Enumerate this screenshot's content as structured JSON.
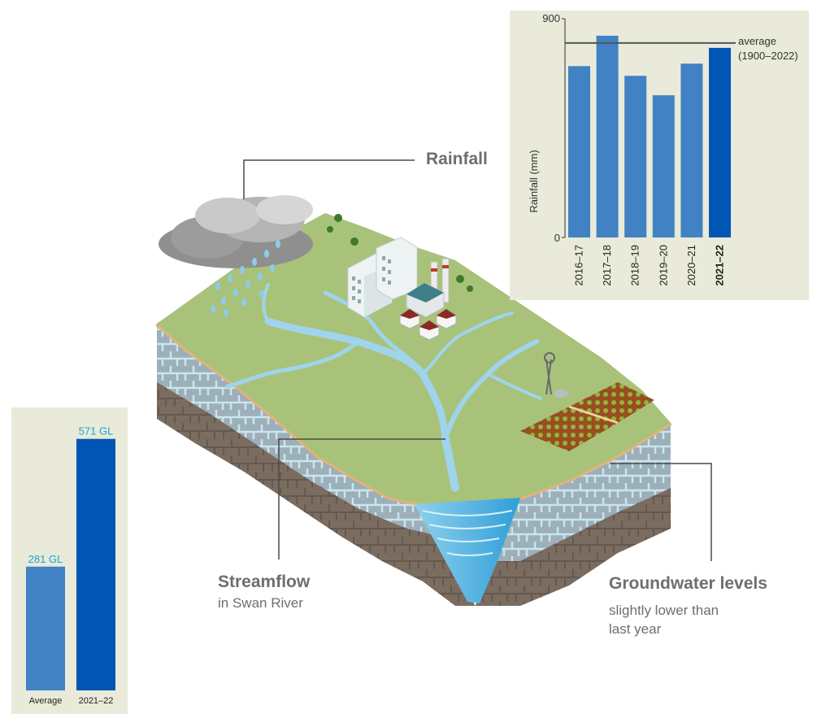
{
  "labels": {
    "rainfall": "Rainfall",
    "streamflow_title": "Streamflow",
    "streamflow_sub": "in Swan River",
    "groundwater_title": "Groundwater levels",
    "groundwater_sub_1": "slightly lower than",
    "groundwater_sub_2": "last year"
  },
  "colors": {
    "panel_bg": "#e9ead9",
    "bar_regular": "#4082c3",
    "bar_highlight": "#0055b5",
    "value_label": "#17a4d6",
    "avg_line": "#555555"
  },
  "chart_data": [
    {
      "type": "bar",
      "categories": [
        "2016–17",
        "2017–18",
        "2018–19",
        "2019–20",
        "2020–21",
        "2021–22"
      ],
      "values": [
        705,
        830,
        665,
        585,
        715,
        780
      ],
      "highlight_index": 5,
      "ylabel": "Rainfall (mm)",
      "ylim": [
        0,
        900
      ],
      "yticks": [
        "0",
        "900"
      ],
      "average_value": 800,
      "average_label_1": "average",
      "average_label_2": "(1900–2022)"
    },
    {
      "type": "bar",
      "categories": [
        "Average",
        "2021–22"
      ],
      "values": [
        281,
        571
      ],
      "value_labels": [
        "281 GL",
        "571 GL"
      ],
      "highlight_index": 1,
      "ylim": [
        0,
        600
      ]
    }
  ]
}
